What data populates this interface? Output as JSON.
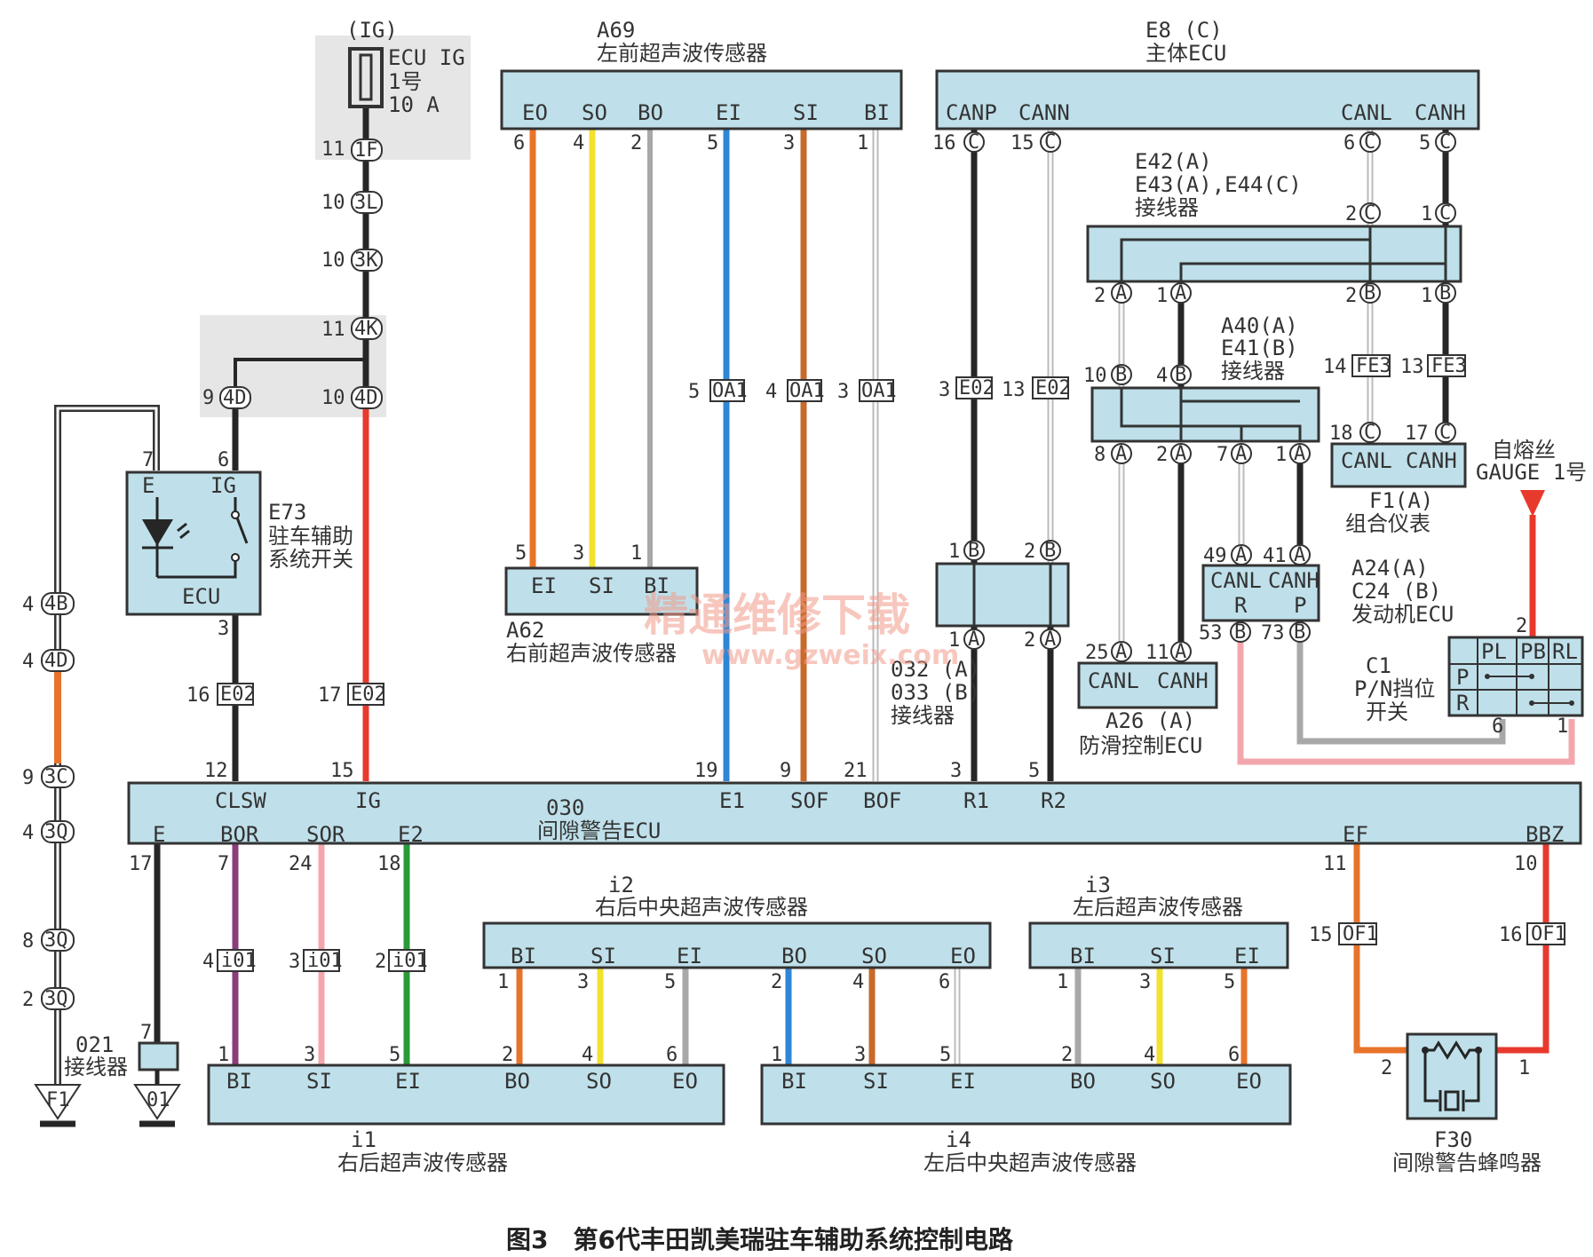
{
  "caption": "图3　第6代丰田凯美瑞驻车辅助系统控制电路",
  "watermark": {
    "cn": "精通维修下载",
    "url": "www.gzweix.com"
  },
  "colors": {
    "orange": "#e8732a",
    "yellow": "#f2e22e",
    "gray": "#a8a8a8",
    "blue": "#2f86d6",
    "brown": "#c76a2b",
    "black": "#262626",
    "red": "#e8392d",
    "purple": "#8b3c7a",
    "pink": "#f3a7ad",
    "green": "#2a9a3a",
    "box": "#bfe0ea"
  },
  "components": {
    "fuse": {
      "id": "(IG)",
      "name": "ECU IG",
      "num": "1号",
      "rating": "10 A"
    },
    "a69": {
      "id": "A69",
      "name": "左前超声波传感器",
      "pins": [
        "EO",
        "SO",
        "BO",
        "EI",
        "SI",
        "BI"
      ],
      "nums": [
        "6",
        "4",
        "2",
        "5",
        "3",
        "1"
      ]
    },
    "e8": {
      "id": "E8 (C)",
      "name": "主体ECU",
      "pins": [
        "CANP",
        "CANN",
        "CANL",
        "CANH"
      ],
      "nums": [
        "16",
        "15",
        "6",
        "5"
      ]
    },
    "e42": {
      "id1": "E42(A)",
      "id2": "E43(A),E44(C)",
      "name": "接线器"
    },
    "a40": {
      "id1": "A40(A)",
      "id2": "E41(B)",
      "name": "接线器"
    },
    "f1": {
      "id": "F1(A)",
      "name": "组合仪表",
      "pins": [
        "CANL",
        "CANH"
      ]
    },
    "gauge": {
      "l1": "自熔丝",
      "l2": "GAUGE 1号"
    },
    "e73": {
      "id": "E73",
      "l1": "驻车辅助",
      "l2": "系统开关",
      "pinE": "E",
      "pinIG": "IG",
      "ecu": "ECU"
    },
    "a62": {
      "id": "A62",
      "name": "右前超声波传感器",
      "pins": [
        "EI",
        "SI",
        "BI"
      ]
    },
    "j032": {
      "id1": "032 (A)",
      "id2": "033 (B)",
      "name": "接线器"
    },
    "a26": {
      "id": "A26 (A)",
      "name": "防滑控制ECU",
      "pins": [
        "CANL",
        "CANH"
      ]
    },
    "a24": {
      "id1": "A24(A)",
      "id2": "C24 (B)",
      "name": "发动机ECU",
      "pins": [
        "CANL",
        "CANH",
        "R",
        "P"
      ]
    },
    "c1": {
      "id": "C1",
      "l1": "P/N挡位",
      "l2": "开关",
      "pins": [
        "PL",
        "PB",
        "RL",
        "P",
        "R"
      ]
    },
    "o30": {
      "id": "030",
      "name": "间隙警告ECU",
      "top": [
        "CLSW",
        "IG",
        "E1",
        "SOF",
        "BOF",
        "R1",
        "R2"
      ],
      "bottom": [
        "E",
        "BOR",
        "SOR",
        "E2",
        "EF",
        "BBZ"
      ]
    },
    "i2": {
      "id": "i2",
      "name": "右后中央超声波传感器",
      "pins": [
        "BI",
        "SI",
        "EI",
        "BO",
        "SO",
        "EO"
      ]
    },
    "i3": {
      "id": "i3",
      "name": "左后超声波传感器",
      "pins": [
        "BI",
        "SI",
        "EI"
      ]
    },
    "i1": {
      "id": "i1",
      "name": "右后超声波传感器",
      "pins": [
        "BI",
        "SI",
        "EI",
        "BO",
        "SO",
        "EO"
      ]
    },
    "i4": {
      "id": "i4",
      "name": "左后中央超声波传感器",
      "pins": [
        "BI",
        "SI",
        "EI",
        "BO",
        "SO",
        "EO"
      ]
    },
    "f30": {
      "id": "F30",
      "name": "间隙警告蜂鸣器"
    },
    "j021": {
      "id": "021",
      "name": "接线器"
    },
    "grounds": [
      "F1",
      "01"
    ]
  },
  "connectors": {
    "c1F": "1F",
    "c3L": "3L",
    "c3K": "3K",
    "c4K": "4K",
    "c4D": "4D",
    "c4B": "4B",
    "c3C": "3C",
    "c3Q": "3Q",
    "cE02": "E02",
    "cOA1": "OA1",
    "cFE3": "FE3",
    "ci01": "i01",
    "cOF1": "OF1",
    "A": "A",
    "B": "B",
    "C": "C"
  }
}
